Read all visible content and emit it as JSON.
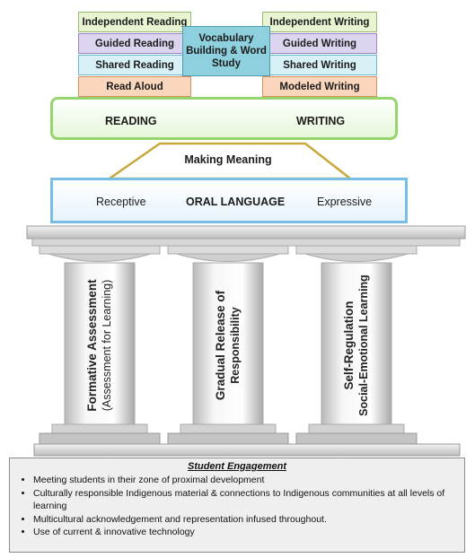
{
  "reading_stack": [
    "Independent Reading",
    "Guided Reading",
    "Shared Reading",
    "Read Aloud"
  ],
  "writing_stack": [
    "Independent Writing",
    "Guided Writing",
    "Shared Writing",
    "Modeled Writing"
  ],
  "vocabulary": "Vocabulary Building & Word Study",
  "reading": "READING",
  "writing": "WRITING",
  "making_meaning": "Making Meaning",
  "oral": {
    "receptive": "Receptive",
    "title": "ORAL LANGUAGE",
    "expressive": "Expressive"
  },
  "pillars": [
    {
      "main": "Formative Assessment",
      "sub": "(Assessment for Learning)"
    },
    {
      "main": "Gradual Release of",
      "sub": "Responsibility"
    },
    {
      "main": "Self-Regulation",
      "sub": "Social-Emotional Learning"
    }
  ],
  "engagement": {
    "title": "Student Engagement",
    "items": [
      "Meeting students in their  zone of proximal development",
      "Culturally responsible Indigenous material & connections to Indigenous communities at all levels of learning",
      "Multicultural acknowledgement and representation infused throughout.",
      "Use of current & innovative technology"
    ]
  },
  "colors": {
    "independent": "#e9f5d2",
    "guided": "#ddd4f0",
    "shared": "#d7f1f7",
    "read_aloud": "#fad6bd",
    "vocabulary": "#8fd0de",
    "reading_writing_border": "#96d46e",
    "oral_border": "#78bde6",
    "making_meaning_border": "#c6a93a"
  }
}
